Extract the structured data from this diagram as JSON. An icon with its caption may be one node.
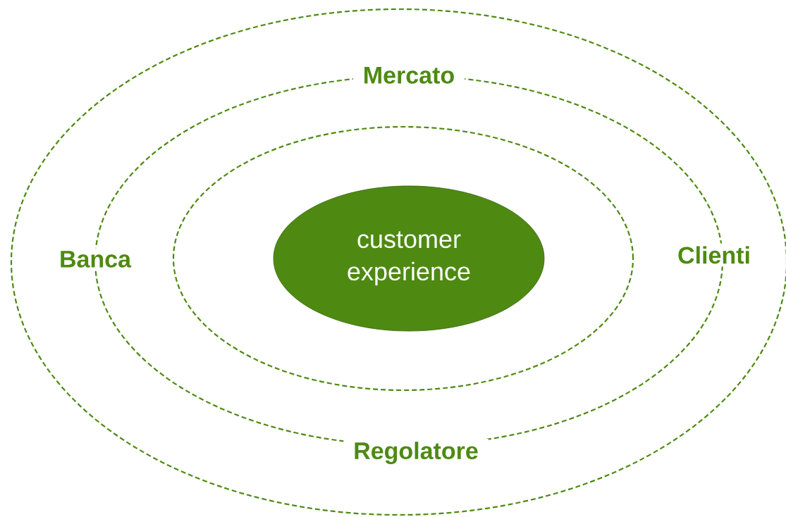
{
  "diagram": {
    "nodes": [
      {
        "text": [],
        "shape": "ellipse"
      },
      {
        "text": [
          "Mercato",
          "Banca",
          "Clienti",
          "Regolatore"
        ],
        "in": 0
      },
      {
        "text": [],
        "shape": "ellipse",
        "in": 1
      },
      {
        "text": [
          "customer experience"
        ],
        "in": 2
      }
    ]
  }
}
